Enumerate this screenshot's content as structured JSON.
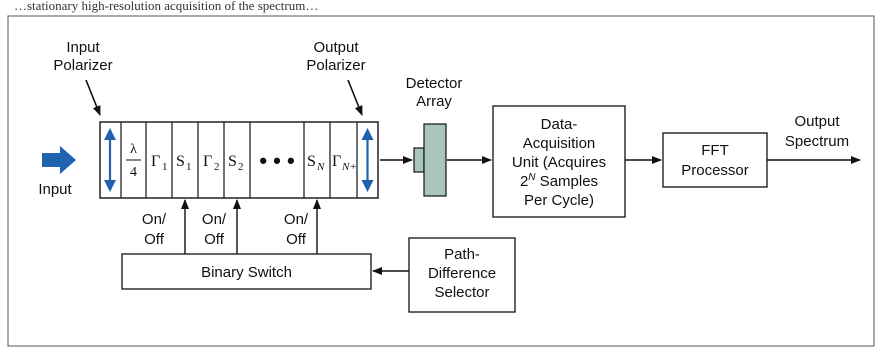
{
  "top_caption": "…stationary high-resolution acquisition of the spectrum…",
  "labels": {
    "input_polarizer": [
      "Input",
      "Polarizer"
    ],
    "output_polarizer": [
      "Output",
      "Polarizer"
    ],
    "detector_array": [
      "Detector",
      "Array"
    ],
    "input": "Input",
    "output_spectrum": [
      "Output",
      "Spectrum"
    ],
    "daq": [
      "Data-",
      "Acquisition",
      "Unit (Acquires",
      "2",
      "N",
      " Samples",
      "Per Cycle)"
    ],
    "fft": [
      "FFT",
      "Processor"
    ],
    "binary_switch": "Binary Switch",
    "path_diff": [
      "Path-",
      "Difference",
      "Selector"
    ],
    "onoff": [
      "On/",
      "Off"
    ]
  },
  "cells": {
    "lambda": "λ",
    "four": "4",
    "gamma": "Γ",
    "s": "S",
    "sub1": "1",
    "sub2": "2",
    "subN": "N",
    "subN1": "N+",
    "dots": "• • •"
  },
  "colors": {
    "frame": "#555555",
    "arrow_fill": "#1f63b0",
    "polarizer_arrow": "#1f63b0",
    "detector_fill": "#a9c6bd",
    "line": "#111111"
  }
}
